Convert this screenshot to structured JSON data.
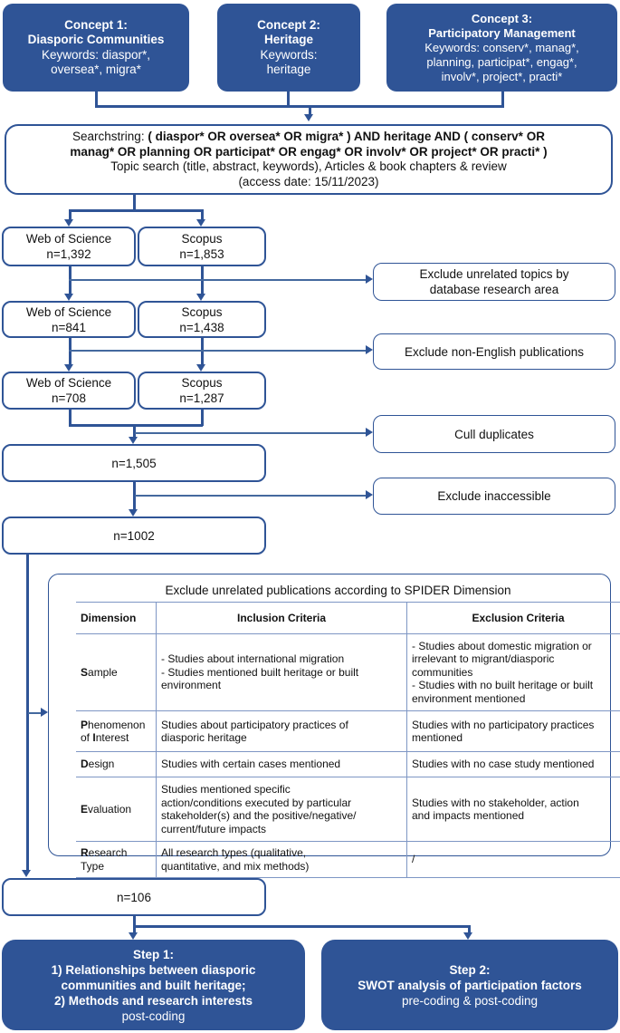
{
  "colors": {
    "blue": "#2F5496",
    "thin_line": "#44699e",
    "table_line": "#7E96C4",
    "text_on_blue": "#ffffff"
  },
  "concepts": {
    "c1": {
      "lines": [
        [
          {
            "t": "Concept 1:",
            "b": true
          }
        ],
        [
          {
            "t": "Diasporic Communities",
            "b": true
          }
        ],
        [
          {
            "t": "Keywords: diaspor*,"
          }
        ],
        [
          {
            "t": "oversea*, migra*"
          }
        ]
      ]
    },
    "c2": {
      "lines": [
        [
          {
            "t": "Concept 2:",
            "b": true
          }
        ],
        [
          {
            "t": "Heritage",
            "b": true
          }
        ],
        [
          {
            "t": "Keywords:"
          }
        ],
        [
          {
            "t": "heritage"
          }
        ]
      ]
    },
    "c3": {
      "lines": [
        [
          {
            "t": "Concept 3:",
            "b": true
          }
        ],
        [
          {
            "t": "Participatory Management",
            "b": true
          }
        ],
        [
          {
            "t": "Keywords: conserv*, manag*,"
          }
        ],
        [
          {
            "t": "planning, participat*, engag*,"
          }
        ],
        [
          {
            "t": "involv*, project*, practi*"
          }
        ]
      ]
    }
  },
  "search_box": {
    "lines": [
      [
        {
          "t": "Searchstring: "
        },
        {
          "t": "( diaspor* OR oversea* OR migra* ) AND heritage AND ( conserv* OR",
          "b": true
        }
      ],
      [
        {
          "t": "manag* OR planning OR participat* OR engag* OR involv* OR project* OR practi* )",
          "b": true
        }
      ],
      [
        {
          "t": "Topic search (title, abstract, keywords), Articles & book chapters & review"
        }
      ],
      [
        {
          "t": "(access date: 15/11/2023)"
        }
      ]
    ]
  },
  "db_boxes": {
    "wos1": {
      "lines": [
        [
          {
            "t": "Web of Science"
          }
        ],
        [
          {
            "t": "n=1,392"
          }
        ]
      ]
    },
    "scopus1": {
      "lines": [
        [
          {
            "t": "Scopus"
          }
        ],
        [
          {
            "t": "n=1,853"
          }
        ]
      ]
    },
    "wos2": {
      "lines": [
        [
          {
            "t": "Web of Science"
          }
        ],
        [
          {
            "t": "n=841"
          }
        ]
      ]
    },
    "scopus2": {
      "lines": [
        [
          {
            "t": "Scopus"
          }
        ],
        [
          {
            "t": "n=1,438"
          }
        ]
      ]
    },
    "wos3": {
      "lines": [
        [
          {
            "t": "Web of Science"
          }
        ],
        [
          {
            "t": "n=708"
          }
        ]
      ]
    },
    "scopus3": {
      "lines": [
        [
          {
            "t": "Scopus"
          }
        ],
        [
          {
            "t": "n=1,287"
          }
        ]
      ]
    }
  },
  "n_boxes": {
    "n1505": "n=1,505",
    "n1002": "n=1002",
    "n106": "n=106"
  },
  "exclusions": {
    "e1": "Exclude unrelated topics by\ndatabase research area",
    "e2": "Exclude non-English publications",
    "e3": "Cull duplicates",
    "e4": "Exclude inaccessible"
  },
  "spider": {
    "title": "Exclude unrelated publications according to SPIDER Dimension",
    "headers": [
      "Dimension",
      "Inclusion Criteria",
      "Exclusion Criteria"
    ],
    "rows": [
      {
        "dim": [
          [
            {
              "t": "S",
              "b": true
            },
            {
              "t": "ample"
            }
          ]
        ],
        "inc": "- Studies about international migration\n- Studies mentioned built heritage or built environment",
        "exc": "- Studies about domestic migration or\nirrelevant to migrant/diasporic\ncommunities\n- Studies with no built heritage or built\nenvironment mentioned"
      },
      {
        "dim": [
          [
            {
              "t": "P",
              "b": true
            },
            {
              "t": "henomenon"
            }
          ],
          [
            {
              "t": "of "
            },
            {
              "t": "I",
              "b": true
            },
            {
              "t": "nterest"
            }
          ]
        ],
        "inc": "Studies about participatory practices of\ndiasporic heritage",
        "exc": "Studies with no participatory practices\nmentioned"
      },
      {
        "dim": [
          [
            {
              "t": "D",
              "b": true
            },
            {
              "t": "esign"
            }
          ]
        ],
        "inc": "Studies with certain cases mentioned",
        "exc": "Studies with no case study mentioned"
      },
      {
        "dim": [
          [
            {
              "t": "E",
              "b": true
            },
            {
              "t": "valuation"
            }
          ]
        ],
        "inc": "Studies mentioned specific\naction/conditions executed by particular\nstakeholder(s) and the positive/negative/\ncurrent/future impacts",
        "exc": "Studies with no stakeholder, action\nand impacts mentioned"
      },
      {
        "dim": [
          [
            {
              "t": "R",
              "b": true
            },
            {
              "t": "esearch"
            }
          ],
          [
            {
              "t": "Type"
            }
          ]
        ],
        "inc": "All research types (qualitative,\nquantitative, and mix methods)",
        "exc": "/"
      }
    ]
  },
  "steps": {
    "step1": {
      "lines": [
        [
          {
            "t": "Step 1:",
            "b": true
          }
        ],
        [
          {
            "t": "1) Relationships between diasporic",
            "b": true
          }
        ],
        [
          {
            "t": "communities and built heritage;",
            "b": true
          }
        ],
        [
          {
            "t": "2) Methods and research interests",
            "b": true
          }
        ],
        [
          {
            "t": "post-coding"
          }
        ]
      ]
    },
    "step2": {
      "lines": [
        [
          {
            "t": "Step 2:",
            "b": true
          }
        ],
        [
          {
            "t": "SWOT analysis of participation factors",
            "b": true
          }
        ],
        [
          {
            "t": "pre-coding & post-coding"
          }
        ]
      ]
    }
  }
}
